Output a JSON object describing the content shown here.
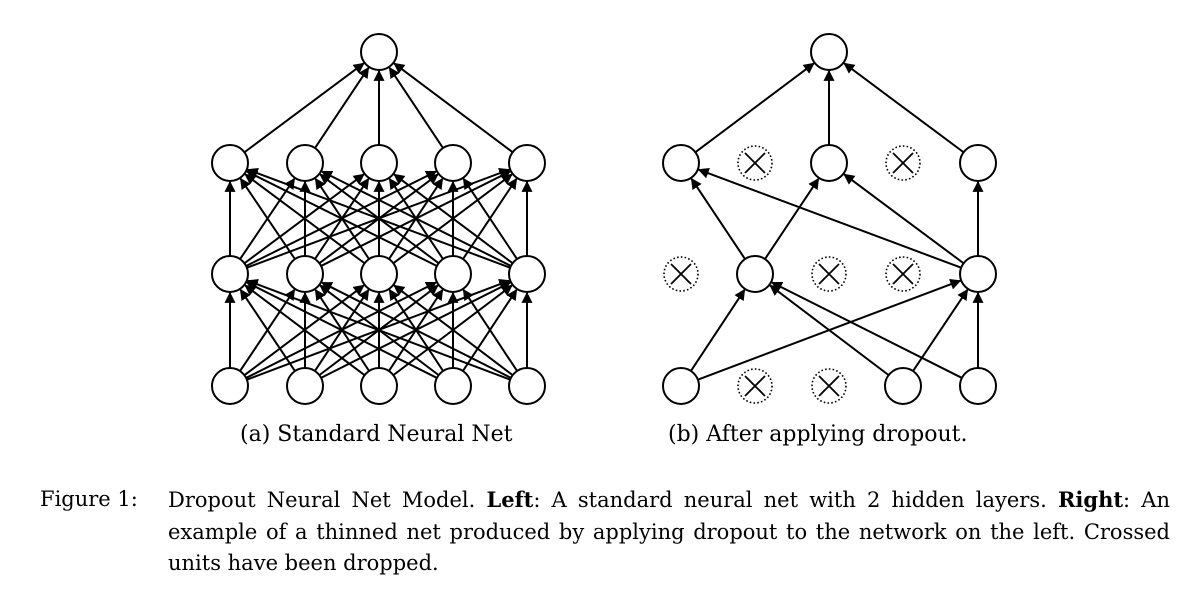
{
  "subcaptions": {
    "left": "(a) Standard Neural Net",
    "right": "(b) After applying dropout."
  },
  "caption": {
    "label": "Figure 1:",
    "part1": "Dropout Neural Net Model. ",
    "left_label": "Left",
    "part2": ": A standard neural net with 2 hidden layers. ",
    "right_label": "Right",
    "part3": ": An example of a thinned net produced by applying dropout to the network on the left. Crossed units have been dropped."
  },
  "networks": {
    "standard": {
      "layers": [
        5,
        5,
        5,
        1
      ],
      "fully_connected": true
    },
    "dropout": {
      "layers": [
        5,
        5,
        5,
        1
      ],
      "dropped": [
        [
          false,
          true,
          true,
          false,
          false
        ],
        [
          true,
          false,
          true,
          true,
          false
        ],
        [
          false,
          true,
          false,
          true,
          false
        ],
        [
          false
        ]
      ],
      "edges": [
        [
          0,
          0,
          1,
          1
        ],
        [
          0,
          0,
          1,
          4
        ],
        [
          0,
          3,
          1,
          1
        ],
        [
          0,
          3,
          1,
          4
        ],
        [
          0,
          4,
          1,
          1
        ],
        [
          0,
          4,
          1,
          4
        ],
        [
          1,
          1,
          2,
          0
        ],
        [
          1,
          1,
          2,
          2
        ],
        [
          1,
          4,
          2,
          0
        ],
        [
          1,
          4,
          2,
          2
        ],
        [
          1,
          4,
          2,
          4
        ],
        [
          2,
          0,
          3,
          0
        ],
        [
          2,
          2,
          3,
          0
        ],
        [
          2,
          4,
          3,
          0
        ]
      ]
    }
  }
}
